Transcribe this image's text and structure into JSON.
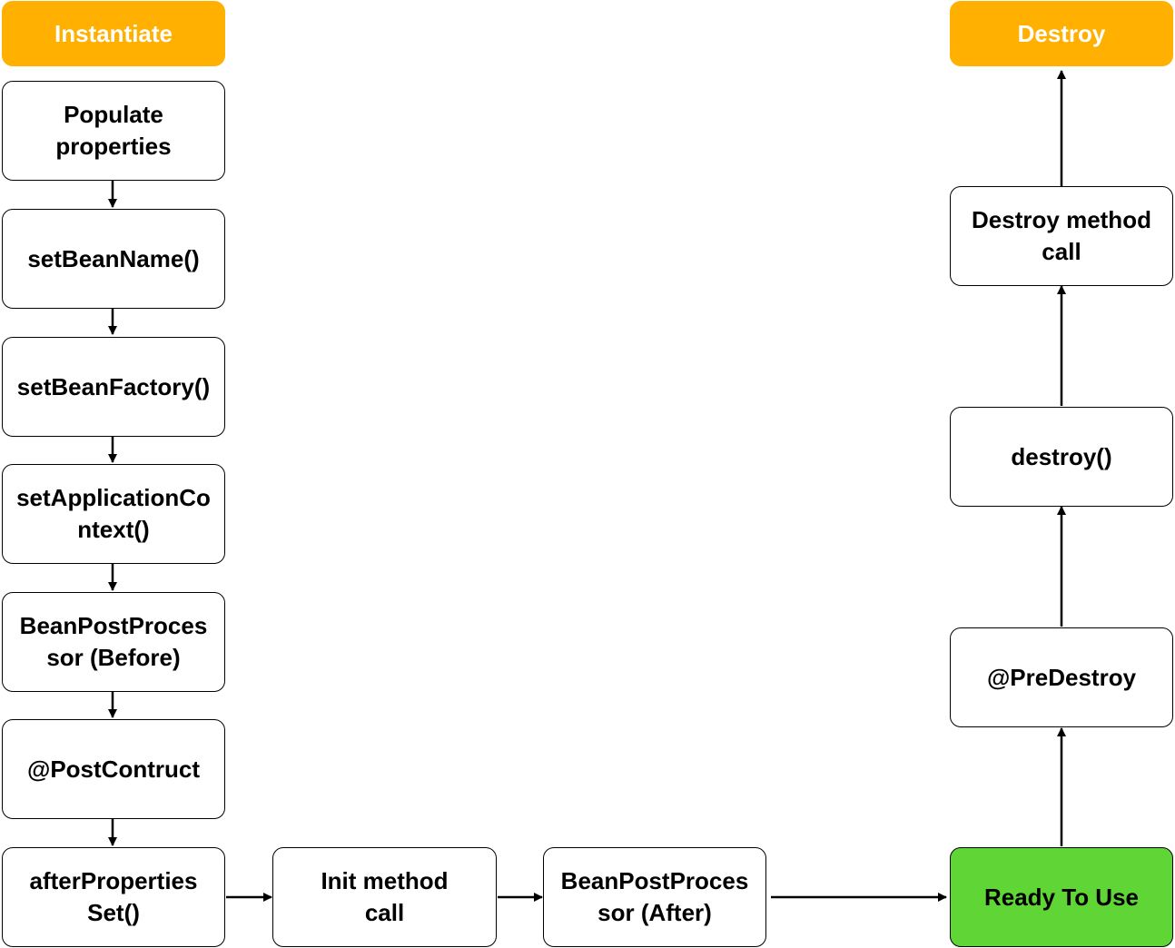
{
  "nodes": {
    "instantiate": "Instantiate",
    "populate": "Populate\nproperties",
    "set_bean_name": "setBeanName()",
    "set_bean_factory": "setBeanFactory()",
    "set_app_context": "setApplicationCo\nntext()",
    "bpp_before": "BeanPostProces\nsor (Before)",
    "post_construct": "@PostContruct",
    "after_properties_set": "afterProperties\nSet()",
    "init_method": "Init method\ncall",
    "bpp_after": "BeanPostProces\nsor (After)",
    "ready": "Ready To Use",
    "pre_destroy": "@PreDestroy",
    "destroy": "destroy()",
    "destroy_method": "Destroy method\ncall",
    "destroy_top": "Destroy"
  },
  "colors": {
    "accent_orange": "#ffb000",
    "ready_green": "#5fd635",
    "stroke": "#000000"
  }
}
